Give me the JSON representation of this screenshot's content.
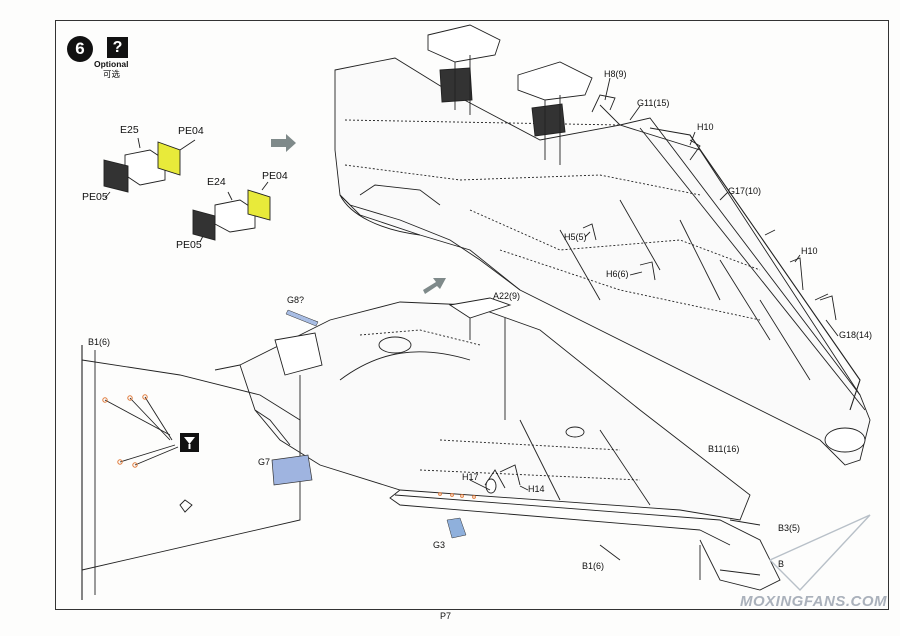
{
  "step": {
    "number": "6",
    "optional_icon": "?",
    "optional_en": "Optional",
    "optional_cn": "可选"
  },
  "sub_labels": [
    "E25",
    "PE04",
    "PE05",
    "E24",
    "PE04",
    "PE05"
  ],
  "upper_labels": [
    "H8(9)",
    "G11(15)",
    "H10",
    "G17(10)",
    "H5(5)",
    "H6(6)",
    "H10",
    "G18(14)"
  ],
  "lower_labels": [
    "G8?",
    "A22(9)",
    "B1(6)",
    "G7",
    "B11(16)",
    "H17",
    "H14",
    "G3",
    "B1(6)",
    "B3(5)",
    "B"
  ],
  "page": {
    "number": "P7",
    "watermark": "MOXINGFANS.COM"
  },
  "colors": {
    "clear_part": "#9fb4e0",
    "photo_etch": "#e8ea3a",
    "position_mark": "#e07a3a",
    "arrow": "#7f8a8a"
  },
  "icons": [
    "step-number-badge",
    "optional-question-icon",
    "drill-hole-icon",
    "direction-arrow",
    "watermark-plane-icon"
  ]
}
